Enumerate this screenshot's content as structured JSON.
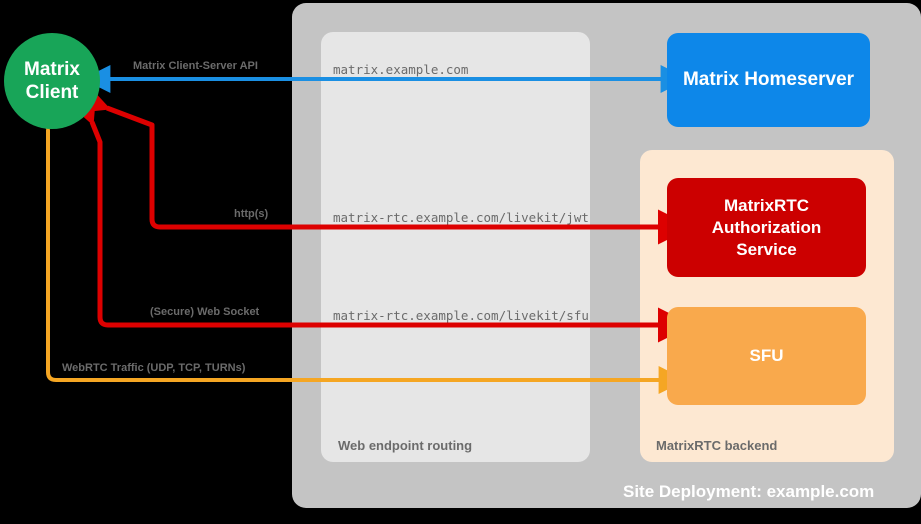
{
  "diagram": {
    "title": "MatrixRTC deployment topology",
    "background": "#000000",
    "deployment": {
      "label": "Site Deployment: example.com",
      "color": "#c4c4c4",
      "text_color": "#ffffff"
    },
    "containers": [
      {
        "id": "web-endpoint-routing",
        "label": "Web endpoint routing",
        "fill": "#e6e6e6",
        "text_color": "#6b6b6b"
      },
      {
        "id": "matrixrtc-backend",
        "label": "MatrixRTC backend",
        "fill": "#fde8d2",
        "text_color": "#6b6b6b"
      }
    ],
    "nodes": [
      {
        "id": "matrix-client",
        "label": "Matrix\nClient",
        "line1": "Matrix",
        "line2": "Client",
        "shape": "circle",
        "fill": "#18a558",
        "text_color": "#ffffff",
        "font_size": "19"
      },
      {
        "id": "matrix-homeserver",
        "label": "Matrix Homeserver",
        "shape": "rect",
        "fill": "#0d87e9",
        "text_color": "#ffffff",
        "font_size": "19"
      },
      {
        "id": "matrixrtc-authorization-service",
        "label": "MatrixRTC Authorization Service",
        "line1": "MatrixRTC",
        "line2": "Authorization",
        "line3": "Service",
        "shape": "rect",
        "fill": "#cc0000",
        "text_color": "#ffffff",
        "font_size": "17"
      },
      {
        "id": "sfu",
        "label": "SFU",
        "shape": "rect",
        "fill": "#f9a council",
        "fill_hex": "#f9a94c",
        "text_color": "#ffffff",
        "font_size": "17"
      }
    ],
    "endpoints": [
      {
        "id": "endpoint-matrix",
        "text": "matrix.example.com"
      },
      {
        "id": "endpoint-jwt",
        "text": "matrix-rtc.example.com/livekit/jwt"
      },
      {
        "id": "endpoint-sfu",
        "text": "matrix-rtc.example.com/livekit/sfu"
      }
    ],
    "edges": [
      {
        "id": "edge-client-server-api",
        "label": "Matrix Client-Server API",
        "color": "#1a8fe3",
        "direction": "bidirectional"
      },
      {
        "id": "edge-https",
        "label": "http(s)",
        "color": "#dd0000",
        "direction": "bidirectional"
      },
      {
        "id": "edge-websocket",
        "label": "(Secure) Web Socket",
        "color": "#dd0000",
        "direction": "bidirectional"
      },
      {
        "id": "edge-webrtc",
        "label": "WebRTC Traffic (UDP, TCP, TURNs)",
        "color": "#f5a623",
        "direction": "bidirectional"
      }
    ]
  }
}
